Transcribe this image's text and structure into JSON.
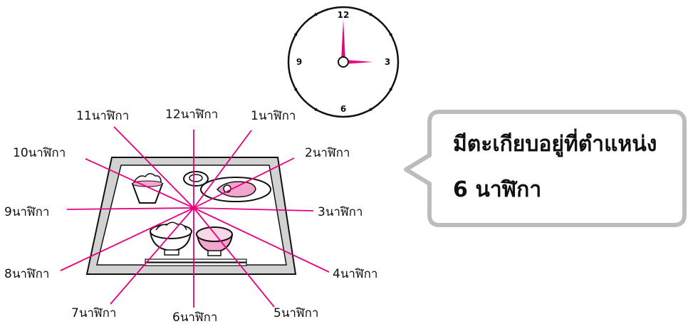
{
  "clock": {
    "numbers": {
      "n12": "12",
      "n3": "3",
      "n6": "6",
      "n9": "9"
    },
    "time": {
      "hour": 3,
      "minute": 0
    },
    "hand_color": "#e6007e"
  },
  "clock_positions": {
    "p12": "12นาฬิกา",
    "p1": "1นาฬิกา",
    "p2": "2นาฬิกา",
    "p3": "3นาฬิกา",
    "p4": "4นาฬิกา",
    "p5": "5นาฬิกา",
    "p6": "6นาฬิกา",
    "p7": "7นาฬิกา",
    "p8": "8นาฬิกา",
    "p9": "9นาฬิกา",
    "p10": "10นาฬิกา",
    "p11": "11นาฬิกา"
  },
  "callout": {
    "line1": "มีตะเกียบอยู่ที่ตำแหน่ง",
    "line2": "6 นาฬิกา"
  },
  "colors": {
    "accent": "#e6007e",
    "bubble_border": "#bcbcbc",
    "tray_rim": "#cfcfcf"
  }
}
